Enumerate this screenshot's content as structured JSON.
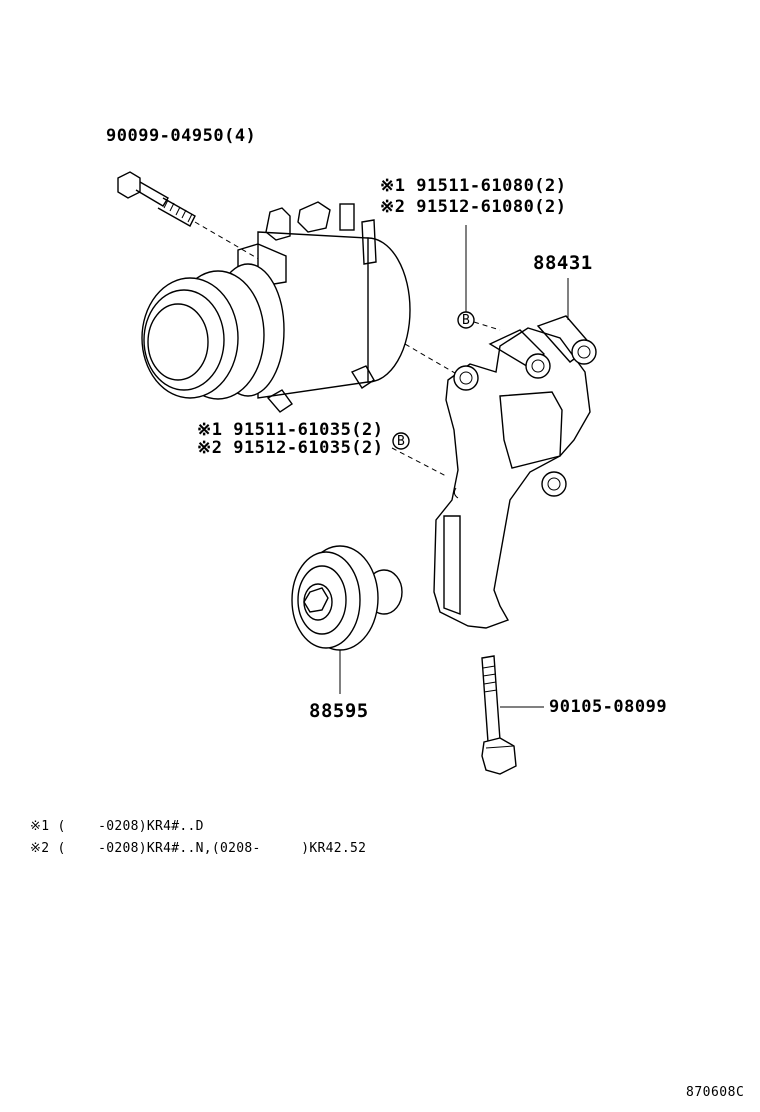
{
  "labels": {
    "bolt_top": "90099-04950(4)",
    "bolt_top_ref1": "※1 91511-61080(2)",
    "bolt_top_ref2": "※2 91512-61080(2)",
    "bracket": "88431",
    "bolt_mid_ref1": "※1 91511-61035(2)",
    "bolt_mid_ref2": "※2 91512-61035(2)",
    "idler_pulley": "88595",
    "bolt_bottom": "90105-08099",
    "callout_b": "B"
  },
  "notes": {
    "note1": "※1 (    -0208)KR4#..D",
    "note2": "※2 (    -0208)KR4#..N,(0208-     )KR42.52"
  },
  "figure_code": "870608C"
}
